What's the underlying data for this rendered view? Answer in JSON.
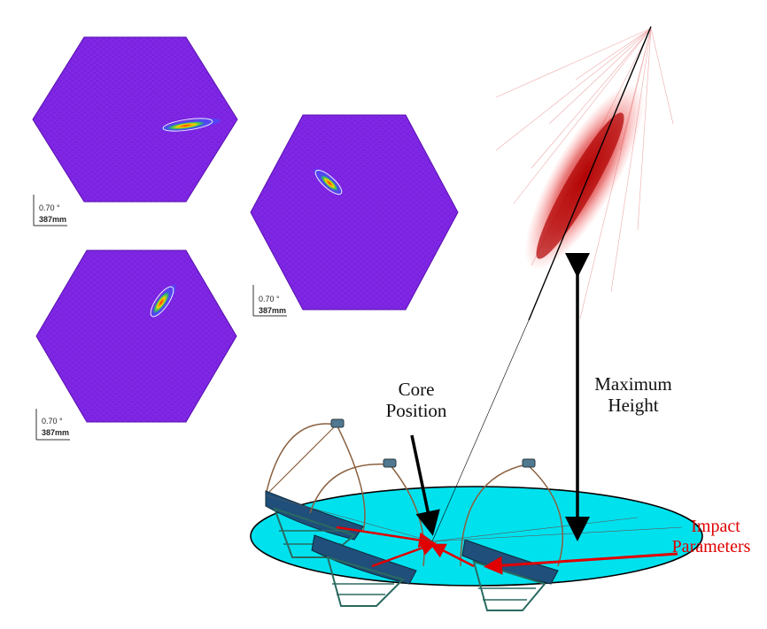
{
  "labels": {
    "core_line1": "Core",
    "core_line2": "Position",
    "maxh_line1": "Maximum",
    "maxh_line2": "Height",
    "impact_line1": "Impact",
    "impact_line2": "Parameters"
  },
  "camera_scale": {
    "angle": "0.70 °",
    "length": "387mm"
  },
  "colors": {
    "camera_pixel": "#7a22e0",
    "ground_ellipse": "#00e1ee",
    "shower": "#cc0000",
    "impact_label": "#e00000",
    "arrow": "#000000"
  }
}
